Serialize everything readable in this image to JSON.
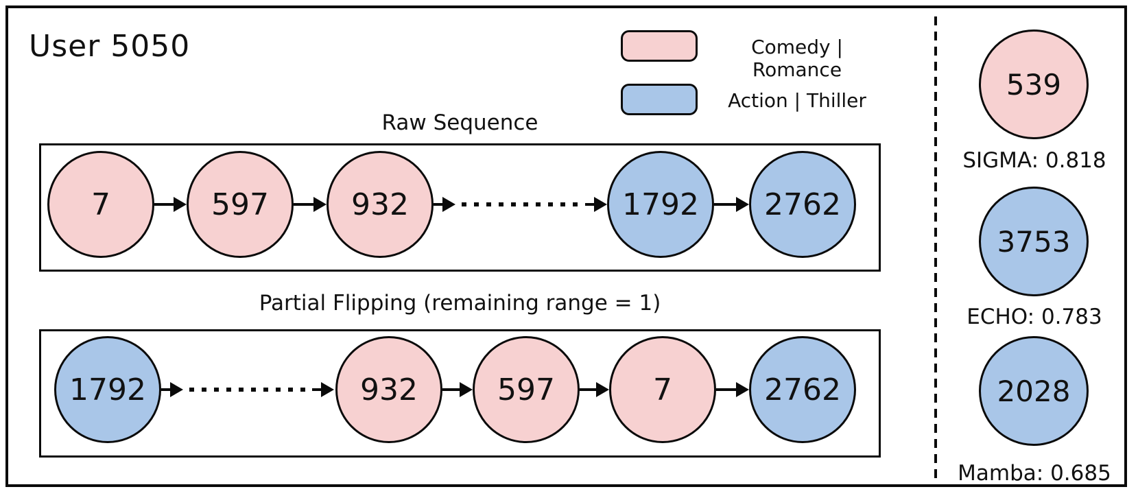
{
  "colors": {
    "comedy_romance": "#f7d1d1",
    "action_thriller": "#a9c6e8",
    "stroke": "#0a0a0a",
    "background": "#ffffff"
  },
  "header": {
    "user_label": "User 5050"
  },
  "legend": {
    "items": [
      {
        "label": "Comedy | Romance",
        "genre": "comedy_romance"
      },
      {
        "label": "Action | Thiller",
        "genre": "action_thriller"
      }
    ]
  },
  "raw_sequence": {
    "title": "Raw Sequence",
    "items": [
      {
        "id": "7",
        "genre": "comedy_romance"
      },
      {
        "id": "597",
        "genre": "comedy_romance"
      },
      {
        "id": "932",
        "genre": "comedy_romance"
      },
      {
        "id": "1792",
        "genre": "action_thriller"
      },
      {
        "id": "2762",
        "genre": "action_thriller"
      }
    ]
  },
  "partial_flipping": {
    "title": "Partial Flipping (remaining range = 1)",
    "items": [
      {
        "id": "1792",
        "genre": "action_thriller"
      },
      {
        "id": "932",
        "genre": "comedy_romance"
      },
      {
        "id": "597",
        "genre": "comedy_romance"
      },
      {
        "id": "7",
        "genre": "comedy_romance"
      },
      {
        "id": "2762",
        "genre": "action_thriller"
      }
    ]
  },
  "predictions": [
    {
      "id": "539",
      "genre": "comedy_romance",
      "model": "SIGMA",
      "score": "0.818",
      "text": "SIGMA: 0.818"
    },
    {
      "id": "3753",
      "genre": "action_thriller",
      "model": "ECHO",
      "score": "0.783",
      "text": "ECHO: 0.783"
    },
    {
      "id": "2028",
      "genre": "action_thriller",
      "model": "Mamba",
      "score": "0.685",
      "text": "Mamba: 0.685"
    }
  ]
}
